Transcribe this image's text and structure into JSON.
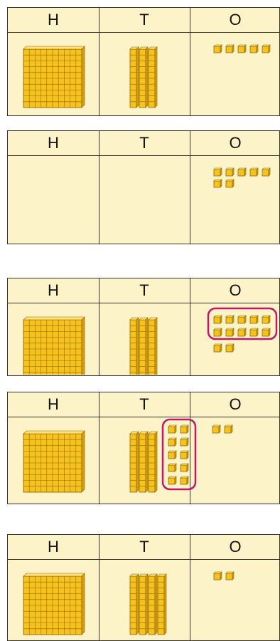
{
  "headers": [
    "H",
    "T",
    "O"
  ],
  "colors": {
    "block": "#f7c21e",
    "block_line": "#8a6a00",
    "ring": "#c0176a",
    "chart_bg": "#fdf3c8"
  },
  "charts": [
    {
      "hundreds": 1,
      "tens": 3,
      "ones": 5
    },
    {
      "hundreds": 0,
      "tens": 0,
      "ones": 7
    },
    {
      "hundreds": 1,
      "tens": 3,
      "ones": 12,
      "circled": "ten ones"
    },
    {
      "hundreds": 1,
      "tens": 3,
      "ones": 2,
      "circled": "new ten"
    },
    {
      "hundreds": 1,
      "tens": 4,
      "ones": 2
    }
  ]
}
